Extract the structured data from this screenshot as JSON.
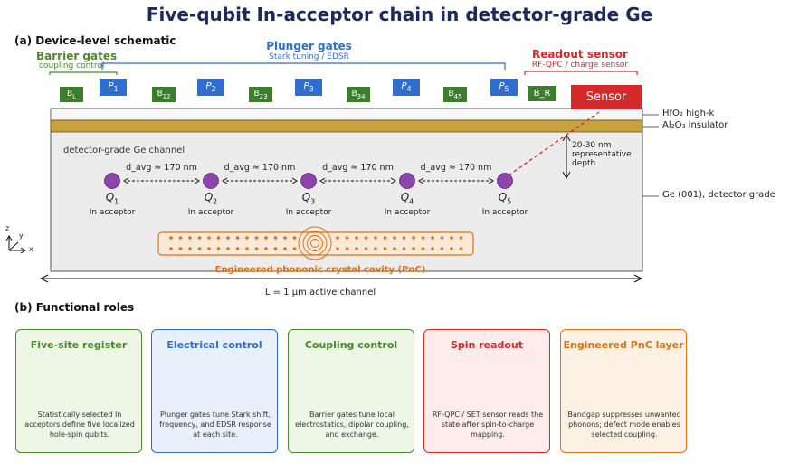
{
  "title": "Five-qubit In-acceptor chain in detector-grade Ge",
  "section_a": "(a) Device-level schematic",
  "section_b": "(b) Functional roles",
  "plunger_header": {
    "title": "Plunger gates",
    "subtitle": "Stark tuning / EDSR"
  },
  "barrier_header": {
    "title": "Barrier gates",
    "subtitle": "coupling control"
  },
  "readout_header": {
    "title": "Readout sensor",
    "subtitle": "RF-QPC / charge sensor"
  },
  "barrier_gates": [
    "B",
    "B",
    "B",
    "B",
    "B"
  ],
  "barrier_subs": [
    "L",
    "12",
    "23",
    "34",
    "45"
  ],
  "plunger_gates": [
    "P",
    "P",
    "P",
    "P",
    "P"
  ],
  "plunger_subs": [
    "1",
    "2",
    "3",
    "4",
    "5"
  ],
  "br_gate": "B_R",
  "sensor": "Sensor",
  "layers": {
    "hfo2": "HfO₂ high-k",
    "al2o3": "Al₂O₃ insulator",
    "ge": "Ge (001), detector grade"
  },
  "channel_label": "detector-grade Ge channel",
  "depth_label": [
    "20-30 nm",
    "representative",
    "depth"
  ],
  "qubits": [
    {
      "name": "Q",
      "sub": "1",
      "label": "In acceptor"
    },
    {
      "name": "Q",
      "sub": "2",
      "label": "In acceptor"
    },
    {
      "name": "Q",
      "sub": "3",
      "label": "In acceptor"
    },
    {
      "name": "Q",
      "sub": "4",
      "label": "In acceptor"
    },
    {
      "name": "Q",
      "sub": "5",
      "label": "In acceptor"
    }
  ],
  "spacing_labels": [
    "d_avg ≈ 170 nm",
    "d_avg ≈ 170 nm",
    "d_avg ≈ 170 nm",
    "d_avg ≈ 170 nm"
  ],
  "pnc_label": "Engineered phononic crystal cavity (PnC)",
  "length_label": "L = 1 μm active channel",
  "axes": {
    "z": "z",
    "y": "y",
    "x": "x"
  },
  "colors": {
    "plunger": "#2f6ecc",
    "barrier": "#3d7d2e",
    "readout": "#d42a2a",
    "pnc": "#d97219",
    "qubit": "#8e44ad",
    "title": "#1f2a5a"
  },
  "cards": [
    {
      "title": "Five-site register",
      "desc": "Statistically selected In acceptors define five localized hole-spin qubits.",
      "color": "#4a8a2e",
      "bg": "#eef6e6"
    },
    {
      "title": "Electrical control",
      "desc": "Plunger gates tune Stark shift, frequency, and EDSR response at each site.",
      "color": "#2f6ecc",
      "bg": "#e8f0fb"
    },
    {
      "title": "Coupling control",
      "desc": "Barrier gates tune local electrostatics, dipolar coupling, and exchange.",
      "color": "#4a8a2e",
      "bg": "#eef6e6"
    },
    {
      "title": "Spin readout",
      "desc": "RF-QPC / SET sensor reads the state after spin-to-charge mapping.",
      "color": "#d42a2a",
      "bg": "#fcecec"
    },
    {
      "title": "Engineered PnC layer",
      "desc": "Bandgap suppresses unwanted phonons; defect mode enables selected coupling.",
      "color": "#d97219",
      "bg": "#fdf1e4"
    }
  ]
}
